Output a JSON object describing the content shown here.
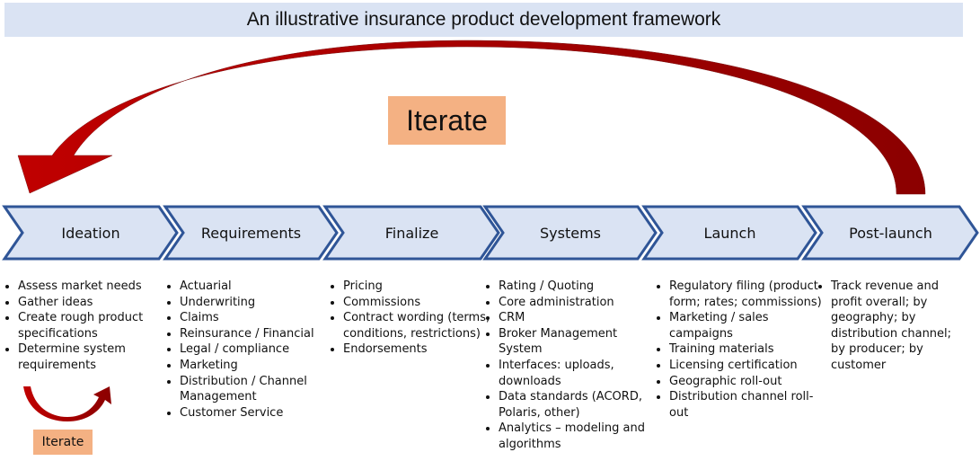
{
  "title": "An illustrative insurance product development framework",
  "iterate_main": "Iterate",
  "iterate_small": "Iterate",
  "colors": {
    "chevron_fill": "#dae3f3",
    "chevron_stroke": "#2f5597",
    "arrow_red": "#c00000",
    "arrow_dark": "#8b0000",
    "iterate_bg": "#f4b183"
  },
  "stages": [
    {
      "label": "Ideation",
      "items": [
        "Assess market needs",
        "Gather ideas",
        "Create rough product specifications",
        "Determine system requirements"
      ]
    },
    {
      "label": "Requirements",
      "items": [
        "Actuarial",
        "Underwriting",
        "Claims",
        "Reinsurance / Financial",
        "Legal / compliance",
        "Marketing",
        "Distribution  / Channel Management",
        "Customer Service"
      ]
    },
    {
      "label": "Finalize",
      "items": [
        "Pricing",
        "Commissions",
        "Contract wording (terms, conditions, restrictions)",
        "Endorsements"
      ]
    },
    {
      "label": "Systems",
      "items": [
        "Rating / Quoting",
        "Core administration",
        "CRM",
        "Broker Management System",
        "Interfaces: uploads, downloads",
        "Data standards (ACORD, Polaris, other)",
        "Analytics – modeling and algorithms"
      ]
    },
    {
      "label": "Launch",
      "items": [
        "Regulatory filing (product form; rates; commissions)",
        "Marketing / sales campaigns",
        "Training materials",
        "Licensing certification",
        "Geographic roll-out",
        "Distribution  channel roll-out"
      ]
    },
    {
      "label": "Post-launch",
      "items": [
        "Track revenue and profit overall; by geography; by distribution channel; by producer; by customer"
      ]
    }
  ]
}
